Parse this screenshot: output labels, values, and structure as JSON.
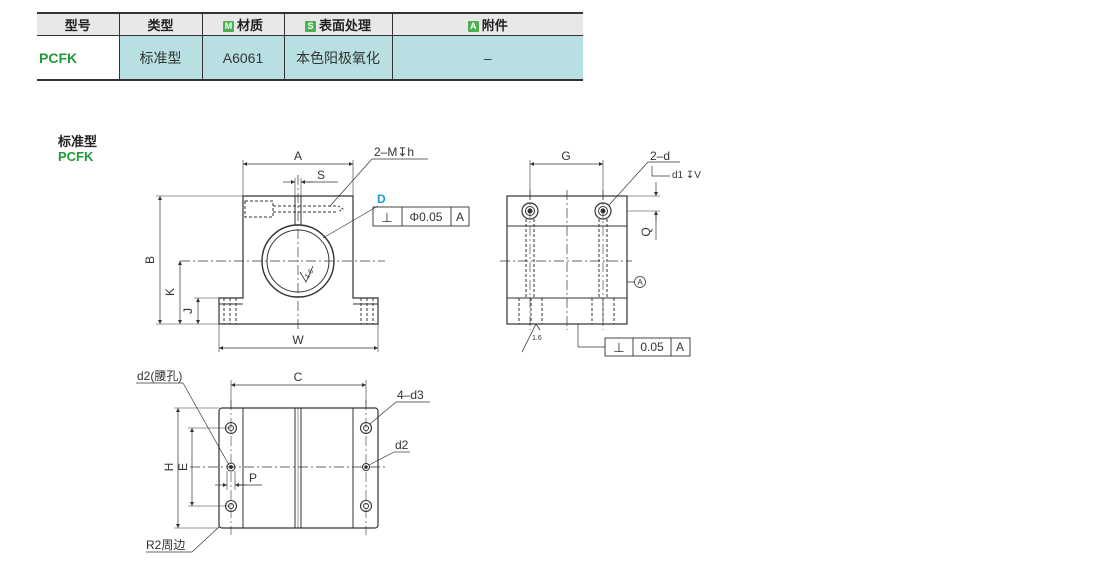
{
  "spec_table": {
    "headers": {
      "model": "型号",
      "type": "类型",
      "material_tag": "M",
      "material": "材质",
      "surface_tag": "S",
      "surface": "表面处理",
      "accessory_tag": "A",
      "accessory": "附件"
    },
    "row": {
      "model": "PCFK",
      "type": "标准型",
      "material": "A6061",
      "surface": "本色阳极氧化",
      "accessory": "–"
    }
  },
  "drawing_title": {
    "type_cn": "标准型",
    "model": "PCFK"
  },
  "front_view": {
    "A": "A",
    "S": "S",
    "hole": "2–M↧h",
    "D": "D",
    "tolerance_symbol": "⊥",
    "tolerance_value": "Φ0.05",
    "datum": "A",
    "B": "B",
    "K": "K",
    "J": "J",
    "W": "W",
    "roughness": "1.6"
  },
  "side_view": {
    "G": "G",
    "d": "2–d",
    "d1": "d1 ↧V",
    "Q": "Q",
    "datum_marker": "A",
    "roughness": "1.6",
    "tolerance_symbol": "⊥",
    "tolerance_value": "0.05",
    "datum": "A"
  },
  "top_view": {
    "d2_slot": "d2(腰孔)",
    "C": "C",
    "d3": "4–d3",
    "d2": "d2",
    "H": "H",
    "E": "E",
    "P": "P",
    "R2": "R2周边"
  },
  "colors": {
    "accent_green": "#1f9a3a",
    "table_fill": "#b8dfe2",
    "dimension_blue": "#1a9ad6"
  }
}
